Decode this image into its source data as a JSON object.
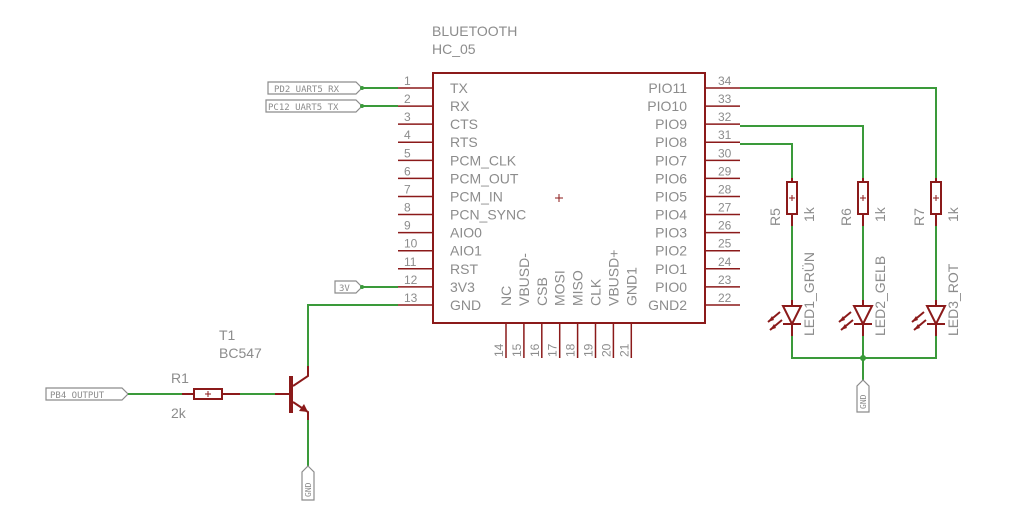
{
  "module": {
    "name": "BLUETOOTH",
    "value": "HC_05",
    "left_pins": [
      {
        "num": "1",
        "label": "TX"
      },
      {
        "num": "2",
        "label": "RX"
      },
      {
        "num": "3",
        "label": "CTS"
      },
      {
        "num": "4",
        "label": "RTS"
      },
      {
        "num": "5",
        "label": "PCM_CLK"
      },
      {
        "num": "6",
        "label": "PCM_OUT"
      },
      {
        "num": "7",
        "label": "PCM_IN"
      },
      {
        "num": "8",
        "label": "PCN_SYNC"
      },
      {
        "num": "9",
        "label": "AIO0"
      },
      {
        "num": "10",
        "label": "AIO1"
      },
      {
        "num": "11",
        "label": "RST"
      },
      {
        "num": "12",
        "label": "3V3"
      },
      {
        "num": "13",
        "label": "GND"
      }
    ],
    "right_pins": [
      {
        "num": "34",
        "label": "PIO11"
      },
      {
        "num": "33",
        "label": "PIO10"
      },
      {
        "num": "32",
        "label": "PIO9"
      },
      {
        "num": "31",
        "label": "PIO8"
      },
      {
        "num": "30",
        "label": "PIO7"
      },
      {
        "num": "29",
        "label": "PIO6"
      },
      {
        "num": "28",
        "label": "PIO5"
      },
      {
        "num": "27",
        "label": "PIO4"
      },
      {
        "num": "26",
        "label": "PIO3"
      },
      {
        "num": "25",
        "label": "PIO2"
      },
      {
        "num": "24",
        "label": "PIO1"
      },
      {
        "num": "23",
        "label": "PIO0"
      },
      {
        "num": "22",
        "label": "GND2"
      }
    ],
    "bottom_pins": [
      {
        "num": "14",
        "label": "NC"
      },
      {
        "num": "15",
        "label": "VBUSD-"
      },
      {
        "num": "16",
        "label": "CSB"
      },
      {
        "num": "17",
        "label": "MOSI"
      },
      {
        "num": "18",
        "label": "MISO"
      },
      {
        "num": "19",
        "label": "CLK"
      },
      {
        "num": "20",
        "label": "VBUSD+"
      },
      {
        "num": "21",
        "label": "GND1"
      }
    ]
  },
  "flags": {
    "rx": "PD2_UART5_RX",
    "tx": "PC12_UART5_TX",
    "v3": "3V",
    "pb4": "PB4_OUTPUT",
    "gnd_transistor": "GND",
    "gnd_leds": "GND"
  },
  "transistor": {
    "name": "T1",
    "value": "BC547"
  },
  "resistors": [
    {
      "name": "R1",
      "value": "2k"
    },
    {
      "name": "R5",
      "value": "1k"
    },
    {
      "name": "R6",
      "value": "1k"
    },
    {
      "name": "R7",
      "value": "1k"
    }
  ],
  "leds": [
    {
      "name": "LED1_GRÜN"
    },
    {
      "name": "LED2_GELB"
    },
    {
      "name": "LED3_ROT"
    }
  ],
  "colors": {
    "part": "#8b1a1a",
    "wire": "#3a9a3a",
    "text": "#8c8c8c"
  }
}
